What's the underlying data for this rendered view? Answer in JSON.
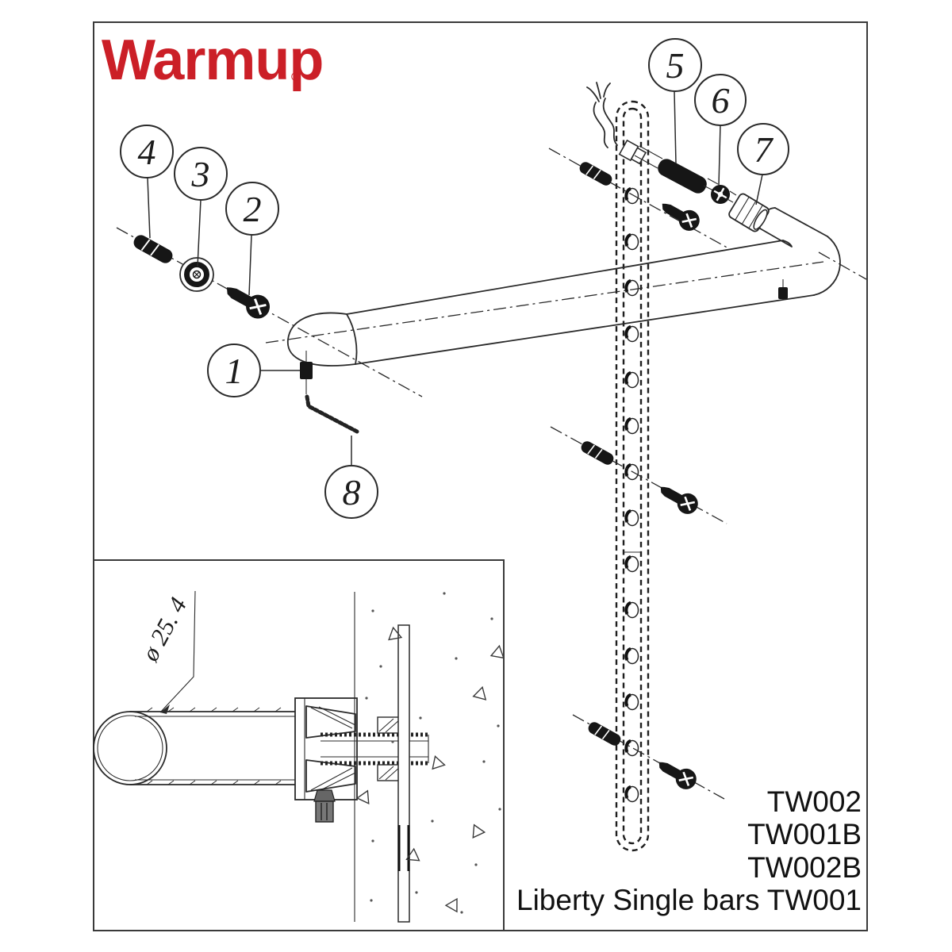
{
  "brand": {
    "logo_text": "Warmup",
    "registered_mark": "®",
    "logo_color": "#cb1f27"
  },
  "callout_labels": [
    "1",
    "2",
    "3",
    "4",
    "5",
    "6",
    "7",
    "8"
  ],
  "detail_view": {
    "diameter_label": "ø 25. 4"
  },
  "product": {
    "series_name": "Liberty Single bars",
    "model_codes": [
      "TW002",
      "TW001B",
      "TW002B",
      "TW001"
    ]
  },
  "drawing": {
    "ink_color": "#2a2a2a",
    "background_color": "#ffffff"
  }
}
